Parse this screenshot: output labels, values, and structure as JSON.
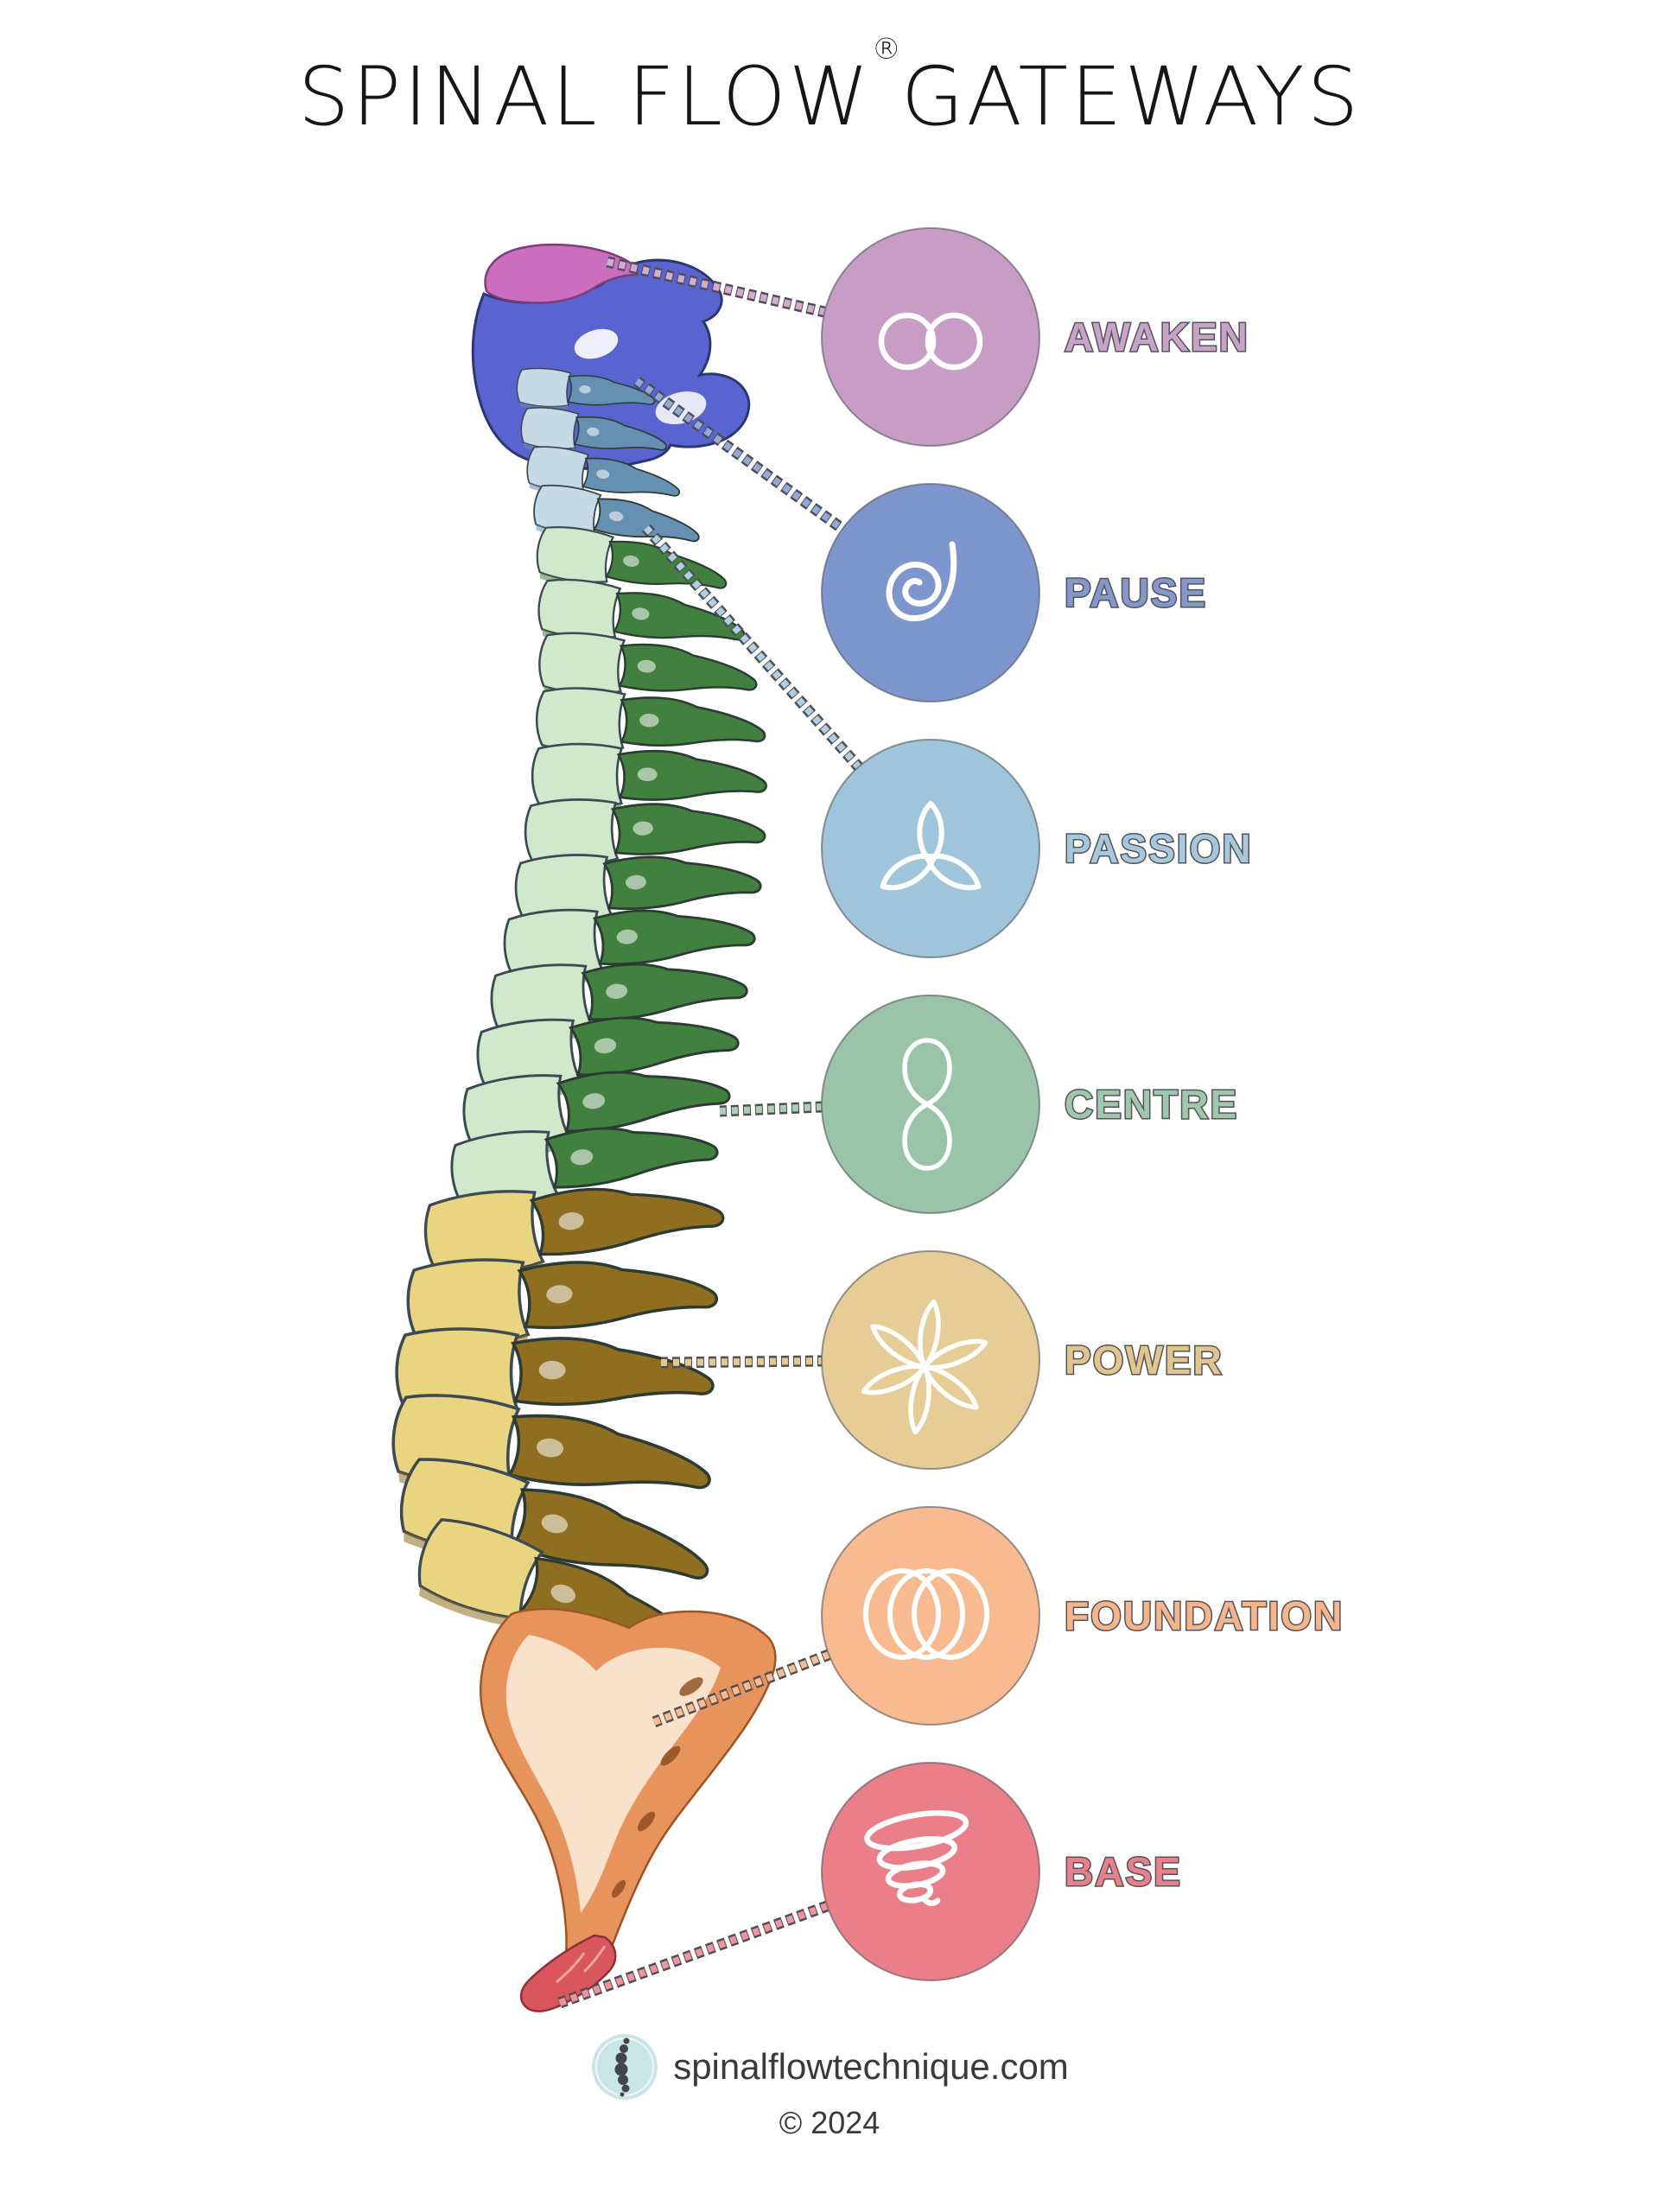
{
  "title": {
    "part1": "SPINAL FLOW",
    "registered": "®",
    "part2": "GATEWAYS"
  },
  "gateways": [
    {
      "label": "AWAKEN",
      "color": "#c79dc5",
      "label_color": "#c9a3c7",
      "connector_color": "#d3abd1",
      "icon": "infinity-icon"
    },
    {
      "label": "PAUSE",
      "color": "#7e96ce",
      "label_color": "#8298cb",
      "connector_color": "#93a9d9",
      "icon": "spiral-icon"
    },
    {
      "label": "PASSION",
      "color": "#9fc5da",
      "label_color": "#a5c8da",
      "connector_color": "#aed0e2",
      "icon": "triquetra-icon"
    },
    {
      "label": "CENTRE",
      "color": "#9ac4a7",
      "label_color": "#9fc7ab",
      "connector_color": "#a9cfb4",
      "icon": "figure-eight-icon"
    },
    {
      "label": "POWER",
      "color": "#e6cc95",
      "label_color": "#e2c58c",
      "connector_color": "#e3c98f",
      "icon": "flower-icon"
    },
    {
      "label": "FOUNDATION",
      "color": "#f8ba8e",
      "label_color": "#f5b588",
      "connector_color": "#f6bd93",
      "icon": "rings-icon"
    },
    {
      "label": "BASE",
      "color": "#ea7f89",
      "label_color": "#e97f88",
      "connector_color": "#ef939c",
      "icon": "tornado-icon"
    }
  ],
  "spine": {
    "segments": [
      {
        "name": "occiput",
        "color": "#cb6ec0"
      },
      {
        "name": "upper-cervical",
        "color": "#5a64d0"
      },
      {
        "name": "cervical",
        "color": "#c6dae6"
      },
      {
        "name": "thoracic",
        "color": "#cfe9ca"
      },
      {
        "name": "lumbar",
        "color": "#e9d47f"
      },
      {
        "name": "sacrum",
        "color": "#e8935b"
      },
      {
        "name": "coccyx",
        "color": "#d9565c"
      }
    ]
  },
  "footer": {
    "website": "spinalflowtechnique.com",
    "copyright": "© 2024"
  }
}
